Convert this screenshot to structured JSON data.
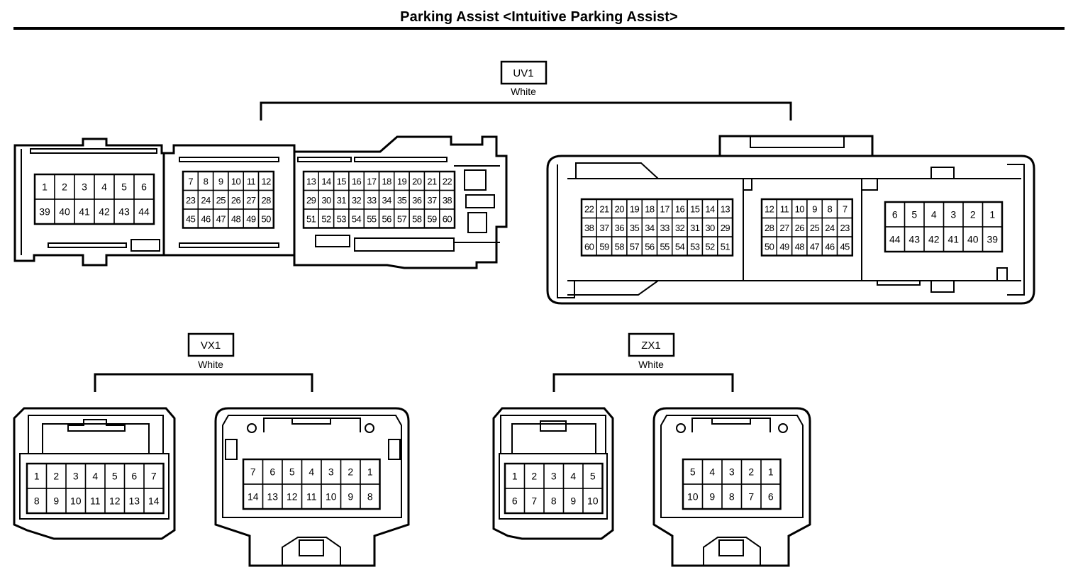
{
  "title": "Parking Assist <Intuitive Parking Assist>",
  "connectors": {
    "uv1": {
      "code": "UV1",
      "color": "White",
      "harness": {
        "block_a": [
          [
            "1",
            "2",
            "3",
            "4",
            "5",
            "6"
          ],
          [
            "39",
            "40",
            "41",
            "42",
            "43",
            "44"
          ]
        ],
        "block_b": [
          [
            "7",
            "8",
            "9",
            "10",
            "11",
            "12"
          ],
          [
            "23",
            "24",
            "25",
            "26",
            "27",
            "28"
          ],
          [
            "45",
            "46",
            "47",
            "48",
            "49",
            "50"
          ]
        ],
        "block_c": [
          [
            "13",
            "14",
            "15",
            "16",
            "17",
            "18",
            "19",
            "20",
            "21",
            "22"
          ],
          [
            "29",
            "30",
            "31",
            "32",
            "33",
            "34",
            "35",
            "36",
            "37",
            "38"
          ],
          [
            "51",
            "52",
            "53",
            "54",
            "55",
            "56",
            "57",
            "58",
            "59",
            "60"
          ]
        ]
      },
      "component": {
        "block_a": [
          [
            "22",
            "21",
            "20",
            "19",
            "18",
            "17",
            "16",
            "15",
            "14",
            "13"
          ],
          [
            "38",
            "37",
            "36",
            "35",
            "34",
            "33",
            "32",
            "31",
            "30",
            "29"
          ],
          [
            "60",
            "59",
            "58",
            "57",
            "56",
            "55",
            "54",
            "53",
            "52",
            "51"
          ]
        ],
        "block_b": [
          [
            "12",
            "11",
            "10",
            "9",
            "8",
            "7"
          ],
          [
            "28",
            "27",
            "26",
            "25",
            "24",
            "23"
          ],
          [
            "50",
            "49",
            "48",
            "47",
            "46",
            "45"
          ]
        ],
        "block_c": [
          [
            "6",
            "5",
            "4",
            "3",
            "2",
            "1"
          ],
          [
            "44",
            "43",
            "42",
            "41",
            "40",
            "39"
          ]
        ]
      }
    },
    "vx1": {
      "code": "VX1",
      "color": "White",
      "harness": [
        [
          "1",
          "2",
          "3",
          "4",
          "5",
          "6",
          "7"
        ],
        [
          "8",
          "9",
          "10",
          "11",
          "12",
          "13",
          "14"
        ]
      ],
      "component": [
        [
          "7",
          "6",
          "5",
          "4",
          "3",
          "2",
          "1"
        ],
        [
          "14",
          "13",
          "12",
          "11",
          "10",
          "9",
          "8"
        ]
      ]
    },
    "zx1": {
      "code": "ZX1",
      "color": "White",
      "harness": [
        [
          "1",
          "2",
          "3",
          "4",
          "5"
        ],
        [
          "6",
          "7",
          "8",
          "9",
          "10"
        ]
      ],
      "component": [
        [
          "5",
          "4",
          "3",
          "2",
          "1"
        ],
        [
          "10",
          "9",
          "8",
          "7",
          "6"
        ]
      ]
    }
  }
}
